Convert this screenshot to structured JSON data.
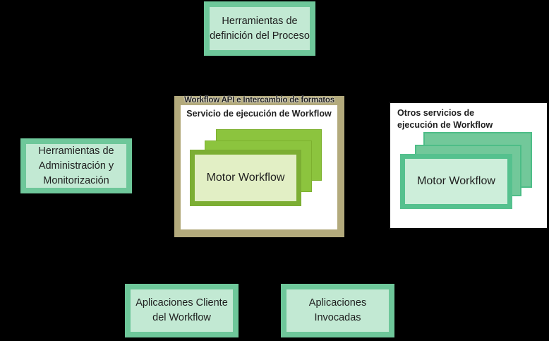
{
  "colors": {
    "background": "#000000",
    "text": "#1f1f1f",
    "mint_border": "#6ec79a",
    "mint_fill": "#c2e9d3",
    "tan": "#b3aa7c",
    "green_back_fill": "#8cc43e",
    "green_back_border": "#7db02f",
    "green_front_border": "#7cae33",
    "green_front_fill": "#e2efc5",
    "teal_back_fill": "#72c89a",
    "teal_back_border": "#4dbd87",
    "teal_front_border": "#55c18e",
    "teal_front_fill": "#cdeeda"
  },
  "nodes": {
    "process_definition_tools": {
      "label": "Herramientas de\ndefinición del Proceso"
    },
    "admin_monitoring_tools": {
      "label": "Herramientas de\nAdministración y\nMonitorización"
    },
    "client_applications": {
      "label": "Aplicaciones Cliente\ndel Workflow"
    },
    "invoked_applications": {
      "label": "Aplicaciones\nInvocadas"
    }
  },
  "workflow_service": {
    "api_header": "Workflow API e Intercambio de formatos",
    "title": "Servicio de ejecución de Workflow",
    "engine_label": "Motor Workflow"
  },
  "other_services": {
    "title": "Otros servicios de\nejecución de Workflow",
    "engine_label": "Motor Workflow"
  }
}
